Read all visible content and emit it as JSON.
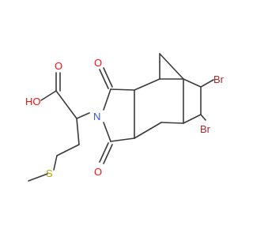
{
  "atoms": {
    "hydroxyl": "HO",
    "oxygen_top": "O",
    "oxygen_bottom": "O",
    "nitrogen": "N",
    "sulfur": "S",
    "bromine_top": "Br",
    "bromine_bottom": "Br"
  },
  "colors": {
    "carbon_bond": "#3a3a3a",
    "oxygen": "#ff0d0d",
    "nitrogen": "#3050f8",
    "sulfur": "#b3a300",
    "bromine": "#a62929"
  }
}
